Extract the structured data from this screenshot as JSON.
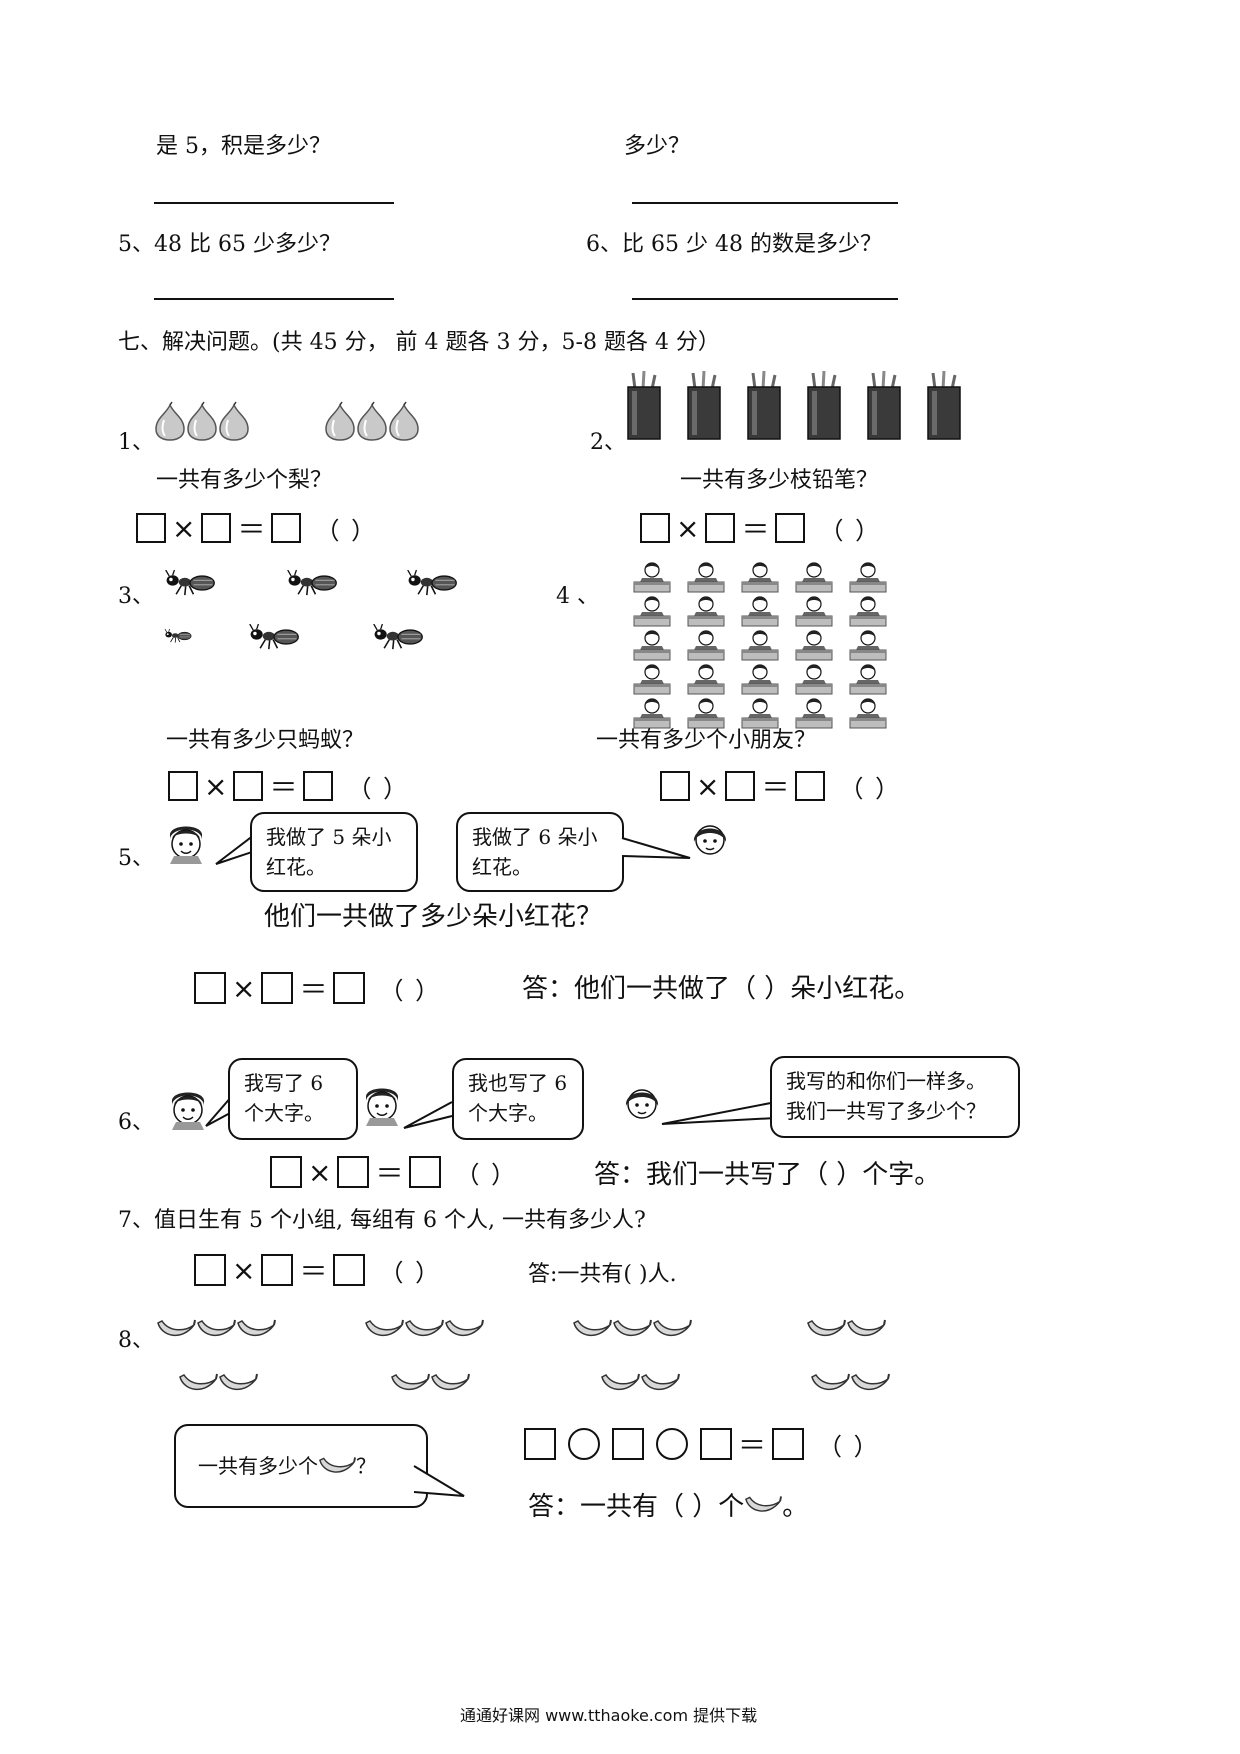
{
  "top": {
    "left_tail": "是 5，积是多少？",
    "right_tail": "多少？",
    "q5": "5、48 比 65 少多少？",
    "q6": "6、比 65 少 48 的数是多少？"
  },
  "section": {
    "title": "七、解决问题。(共 45 分，    前 4 题各 3 分，5-8 题各 4 分）"
  },
  "p1": {
    "num": "1、",
    "question": "一共有多少个梨？"
  },
  "p2": {
    "num": "2、",
    "question": "一共有多少枝铅笔？"
  },
  "p3": {
    "num": "3、",
    "question": "一共有多少只蚂蚁？"
  },
  "p4": {
    "num": "4 、",
    "question": "一共有多少个小朋友？"
  },
  "p5": {
    "num": "5、",
    "bubble_left": "我做了 5 朵小红花。",
    "bubble_right": "我做了 6 朵小红花。",
    "question": "他们一共做了多少朵小红花？",
    "answer": "答：他们一共做了（        ）朵小红花。"
  },
  "p6": {
    "num": "6、",
    "bubble_1": "我写了  6 个大字。",
    "bubble_2": "我也写了 6 个大字。",
    "bubble_3": "我写的和你们一样多。我们一共写了多少个？",
    "answer": "答：我们一共写了（       ）个字。"
  },
  "p7": {
    "question": "7、值日生有 5 个小组, 每组有 6 个人, 一共有多少人?",
    "answer": "答:一共有(        )人."
  },
  "p8": {
    "num": "8、",
    "bubble": "一共有多少个",
    "bubble_tail": "？",
    "answer_prefix": "答：一共有（      ）个",
    "answer_suffix": "。"
  },
  "symbols": {
    "times": "×",
    "equals": "＝",
    "paren": "（      ）"
  },
  "icons": {
    "pear": "pear-icon",
    "pencil_cup": "pencil-cup-icon",
    "ant": "ant-icon",
    "children": "children-icon",
    "child_face": "child-face-icon",
    "banana": "banana-icon"
  },
  "footer": {
    "text": "通通好课网  www.tthaoke.com  提供下载"
  }
}
